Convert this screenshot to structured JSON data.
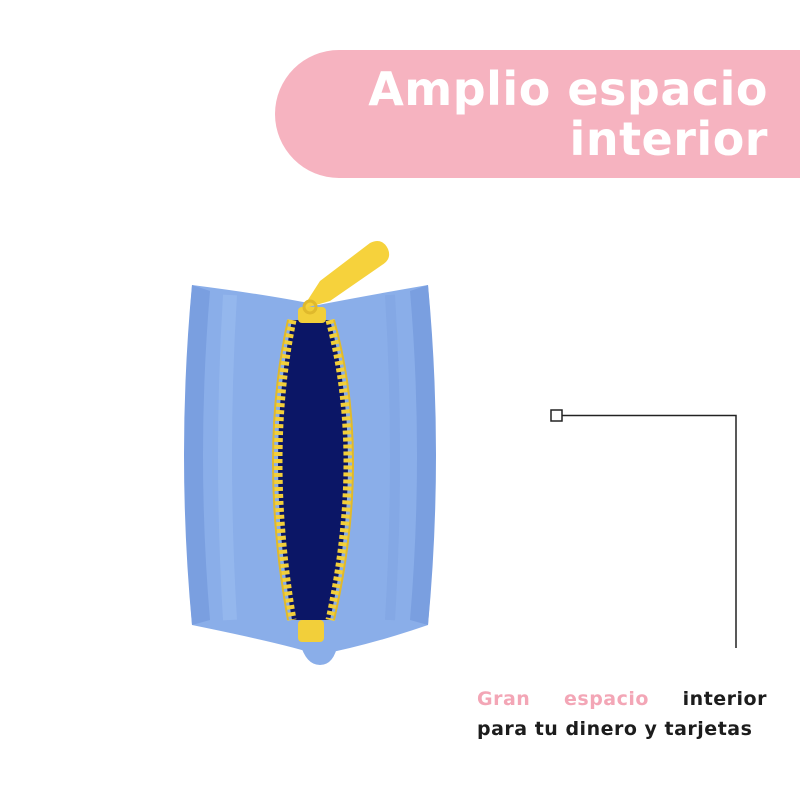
{
  "header": {
    "line1": "Amplio espacio",
    "line2": "interior"
  },
  "caption": {
    "word1": "Gran",
    "word2": "espacio",
    "word3": "interior",
    "line2": "para tu dinero y tarjetas"
  },
  "colors": {
    "banner": "#f6b3c0",
    "accent_text": "#f3a6b6",
    "pouch": "#8aaee9",
    "interior": "#0b1666",
    "zipper": "#f2cf3a"
  },
  "image": {
    "subject": "blue silicone coin pouch with open yellow zipper"
  }
}
